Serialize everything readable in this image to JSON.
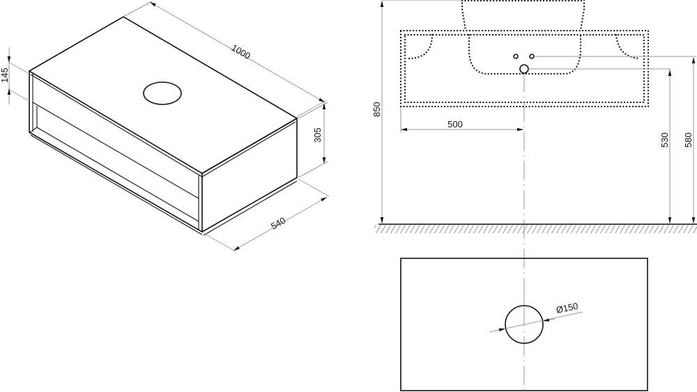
{
  "drawing": {
    "title": "Vanity unit technical drawing",
    "views": [
      "isometric",
      "front-elevation",
      "top-plan"
    ],
    "line_color": "#111111",
    "dimension_line_color": "#9a9a9a"
  },
  "isometric": {
    "dims": {
      "width": "1000",
      "depth": "540",
      "height": "305",
      "drawer_height": "145"
    }
  },
  "elevation": {
    "dims": {
      "total_height": "850",
      "tap_offset": "500",
      "waste_height": "530",
      "tap_height": "580"
    }
  },
  "plan": {
    "dims": {
      "hole_diameter": "Ø150"
    }
  }
}
